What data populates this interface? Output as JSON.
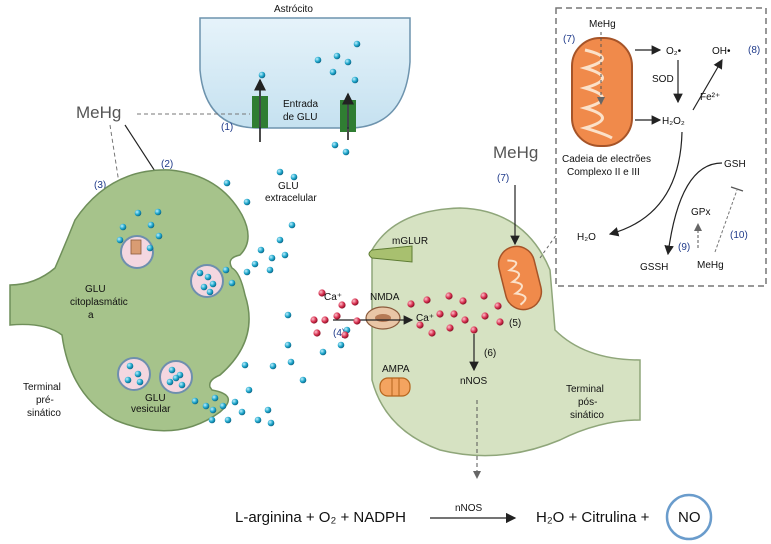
{
  "labels": {
    "astrocyte": "Astrócito",
    "glu_entry_1": "Entrada",
    "glu_entry_2": "de GLU",
    "mehg_left": "MeHg",
    "mehg_mid": "MeHg",
    "mehg_inset": "MeHg",
    "mehg_inset_bottom": "MeHg",
    "glu_extracellular_1": "GLU",
    "glu_extracellular_2": "extracelular",
    "glu_cyto_1": "GLU",
    "glu_cyto_2": "citoplasmátic",
    "glu_cyto_3": "a",
    "glu_vesicular_1": "GLU",
    "glu_vesicular_2": "vesicular",
    "presynaptic_1": "Terminal",
    "presynaptic_2": "pré-",
    "presynaptic_3": "sinático",
    "postsynaptic_1": "Terminal",
    "postsynaptic_2": "pós-",
    "postsynaptic_3": "sinático",
    "mglur": "mGLUR",
    "nmda": "NMDA",
    "ampa": "AMPA",
    "ca_left": "Ca⁺",
    "ca_right": "Ca⁺",
    "nnos": "nNOS",
    "o2_radical": "O₂•",
    "oh_radical": "OH•",
    "sod": "SOD",
    "fe": "Fe²⁺",
    "h2o2": "H₂O₂",
    "chain_1": "Cadeia de electrões",
    "chain_2": "Complexo II e III",
    "gsh": "GSH",
    "gpx": "GPx",
    "h2o_inset": "H₂O",
    "gssh": "GSSH"
  },
  "numbers": {
    "n1": "(1)",
    "n2": "(2)",
    "n3": "(3)",
    "n4": "(4)",
    "n5": "(5)",
    "n6": "(6)",
    "n7_mid": "(7)",
    "n7_inset": "(7)",
    "n8": "(8)",
    "n9": "(9)",
    "n10": "(10)"
  },
  "equation": {
    "reactants": "L-arginina + O₂ + NADPH",
    "enzyme": "nNOS",
    "products": "H₂O + Citrulina  +",
    "no": "NO"
  },
  "colors": {
    "neuron_fill": "#d6e2c2",
    "neuron_stroke": "#6f8f5a",
    "presynaptic_fill": "#9cbc82",
    "astrocyte_fill": "#d6eaf5",
    "glu_dot": "#1aa3c8",
    "ca_dot": "#d42b4b",
    "channel_green": "#2f7d32",
    "mito_orange": "#f08a4b",
    "ampa_orange": "#f4a460",
    "no_circle": "#6a9ccc"
  }
}
